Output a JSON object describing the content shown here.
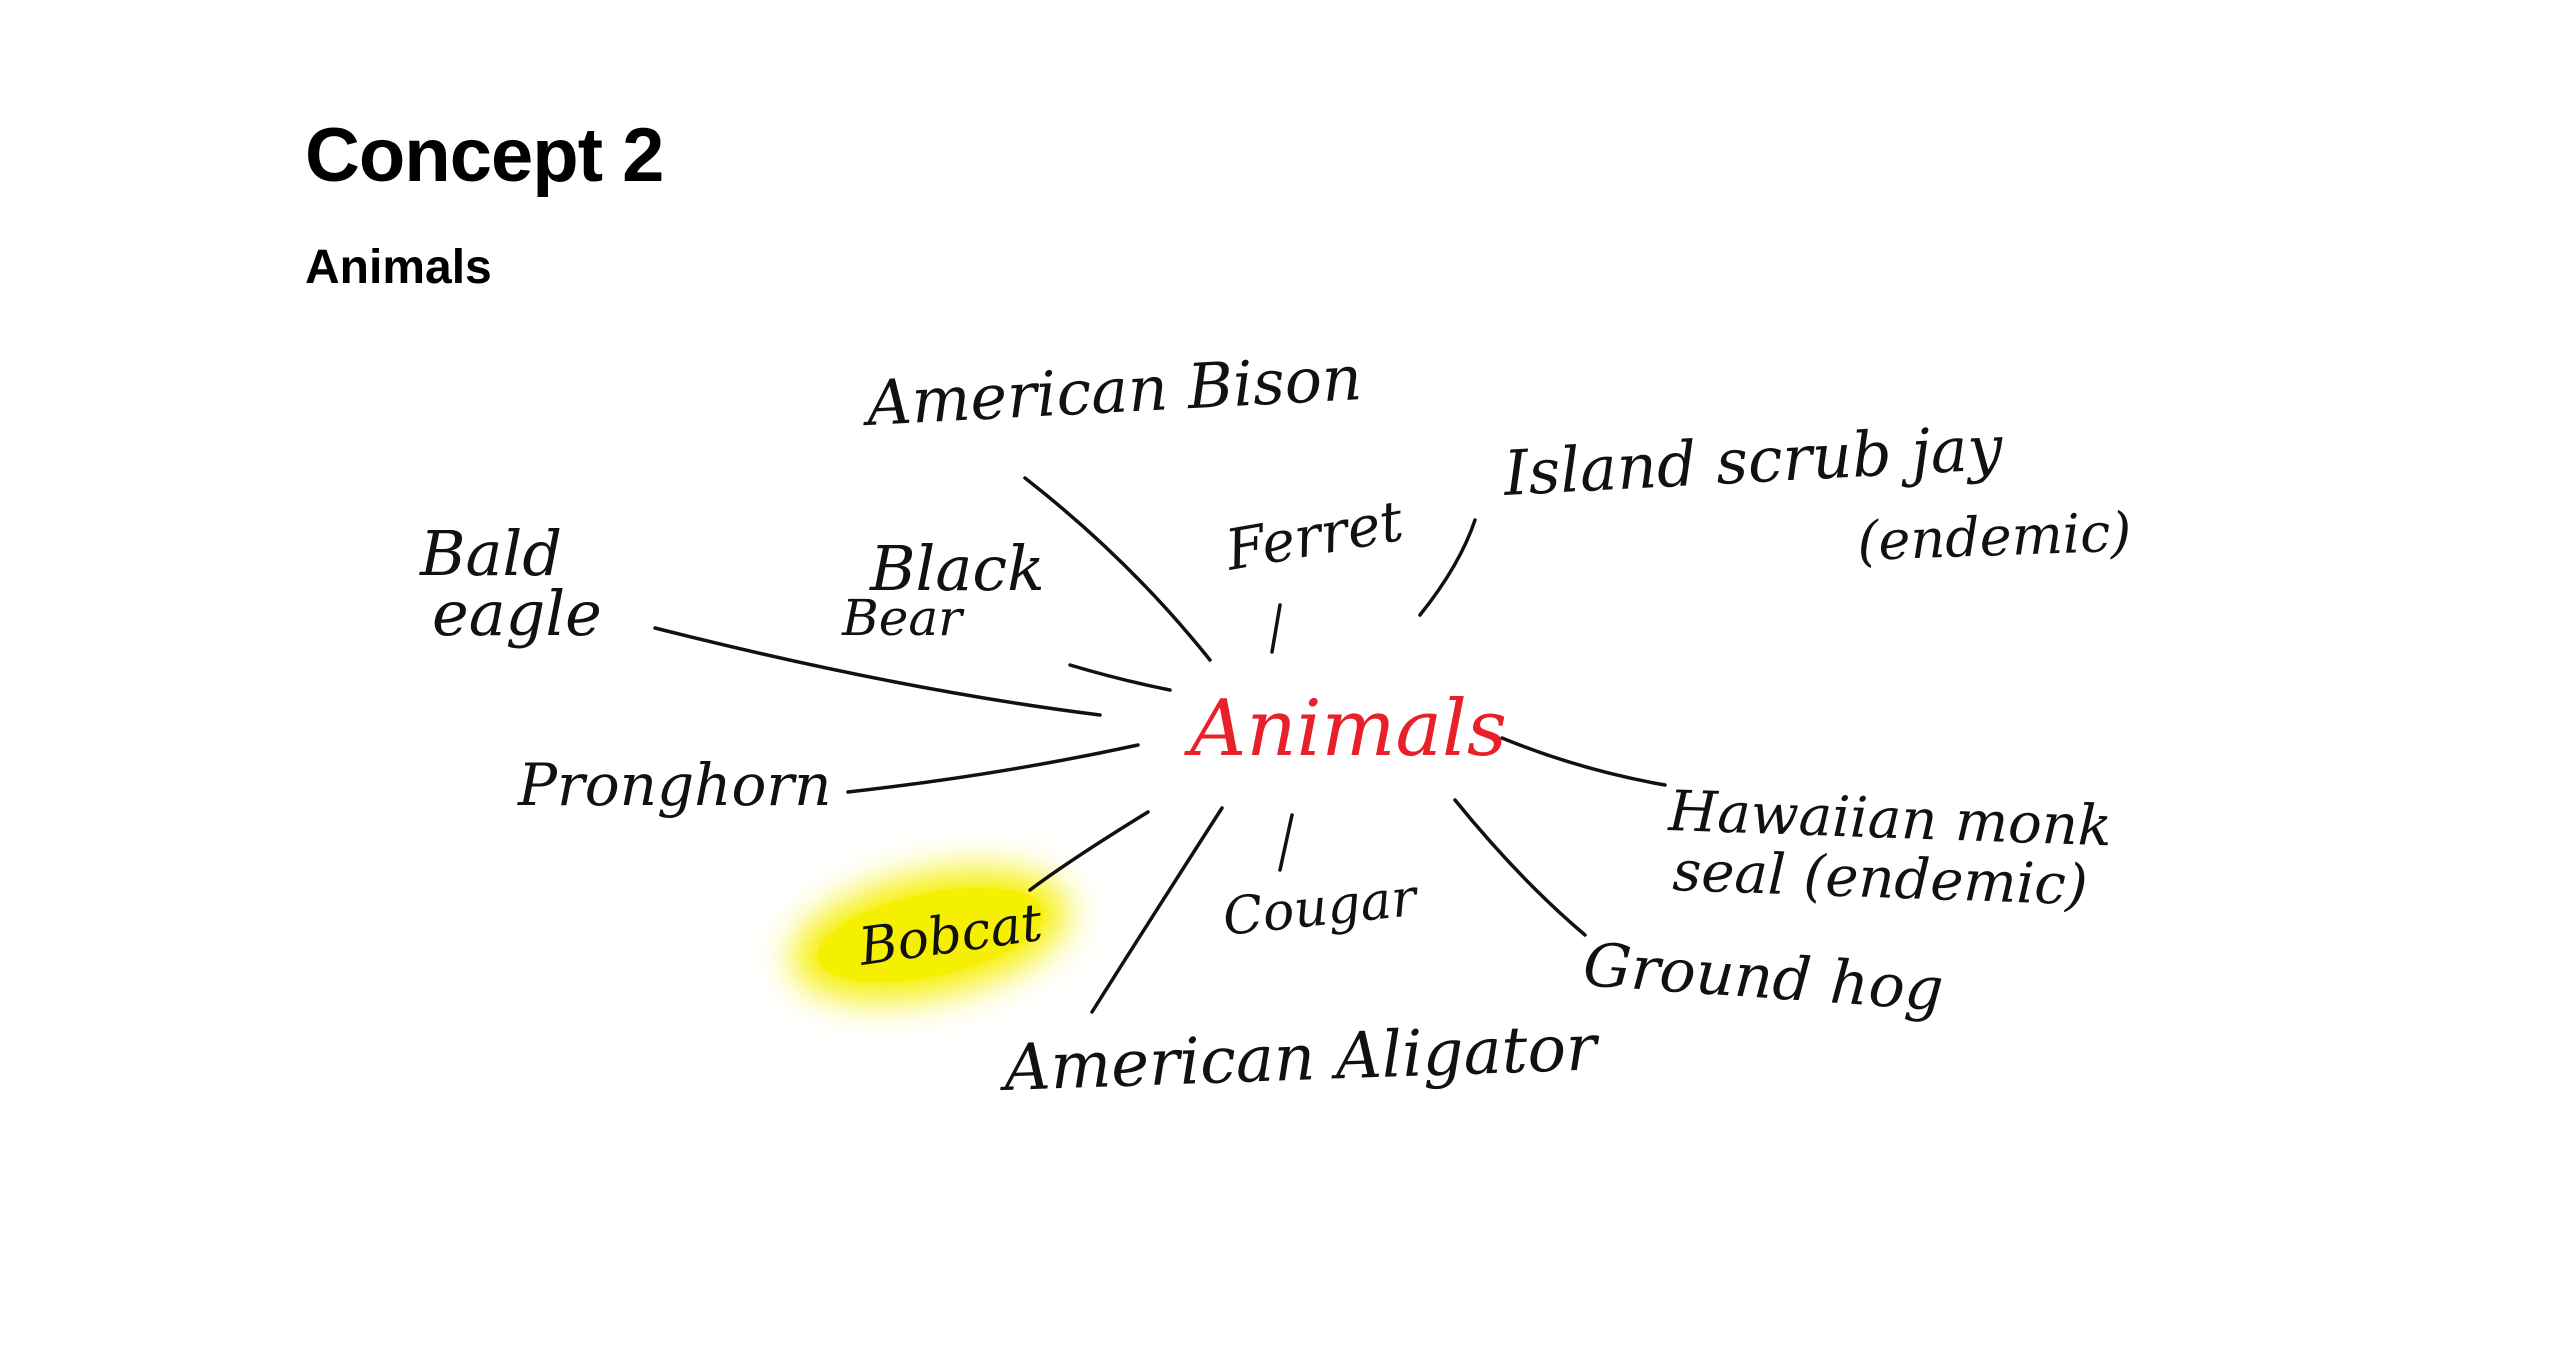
{
  "slide": {
    "title": "Concept 2",
    "subtitle": "Animals"
  },
  "diagram": {
    "center": "Animals",
    "center_color": "#e8202a",
    "ink_color": "#111111",
    "highlight_color": "#f5ef00",
    "nodes": [
      "American Bison",
      "Island scrub jay",
      "(endemic)",
      "Bald",
      "eagle",
      "Black",
      "Bear",
      "Ferret",
      "Pronghorn",
      "Hawaiian monk",
      "seal (endemic)",
      "Bobcat",
      "Cougar",
      "Ground hog",
      "American Aligator"
    ]
  }
}
